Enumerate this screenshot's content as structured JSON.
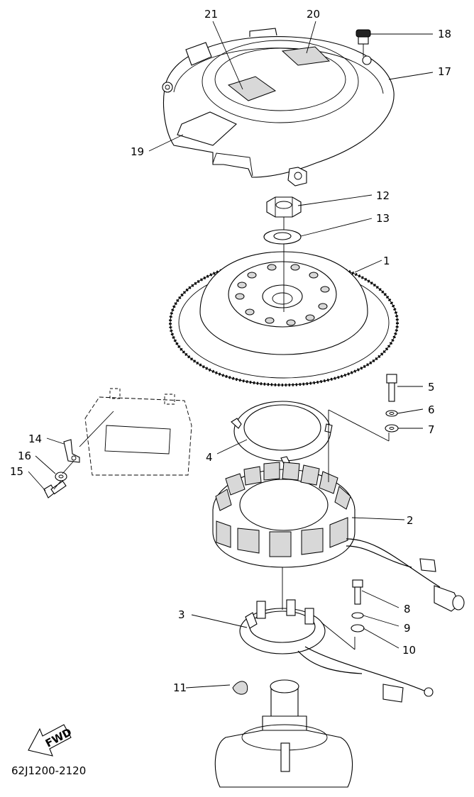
{
  "diagram": {
    "part_code": "62J1200-2120",
    "fwd_label": "FWD",
    "callouts": [
      "1",
      "2",
      "3",
      "4",
      "5",
      "6",
      "7",
      "8",
      "9",
      "10",
      "11",
      "12",
      "13",
      "14",
      "15",
      "16",
      "17",
      "18",
      "19",
      "20",
      "21"
    ]
  }
}
